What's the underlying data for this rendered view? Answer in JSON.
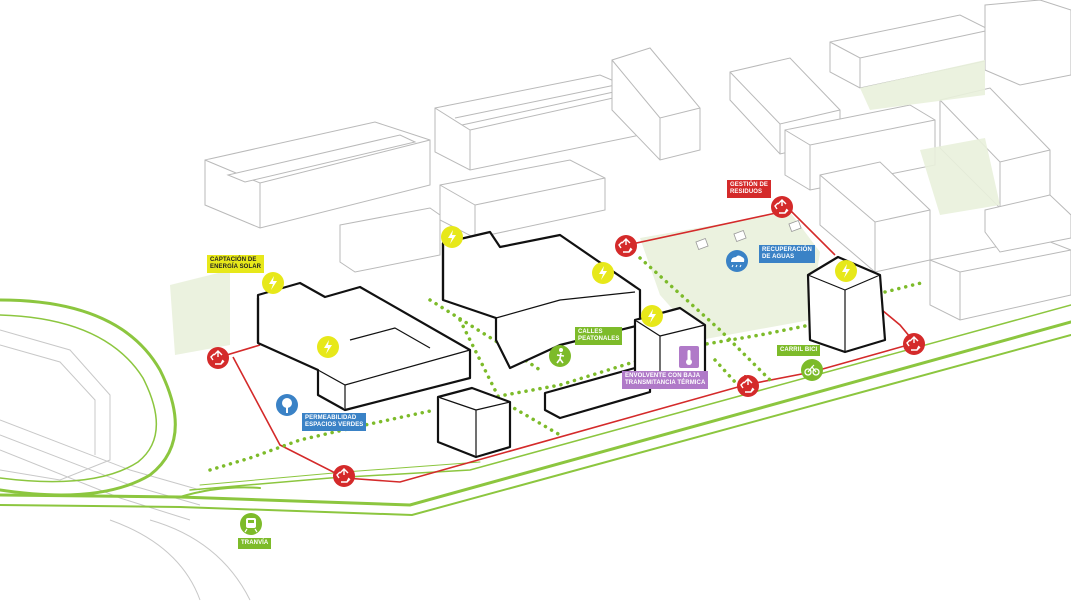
{
  "labels": {
    "solar": "CAPTACIÓN DE\nENERGÍA SOLAR",
    "waste": "GESTIÓN DE\nRESIDUOS",
    "water": "RECUPERACIÓN\nDE AGUAS",
    "pedestrian": "CALLES\nPEATONALES",
    "bike": "CARRIL BICI",
    "envelope": "ENVOLVENTE CON BAJA\nTRANSMITANCIA TÉRMICA",
    "permeability": "PERMEABILIDAD\nESPACIOS VERDES",
    "tram": "TRANVÍA"
  },
  "colors": {
    "solar": "#e7e81a",
    "waste": "#d42a2a",
    "water": "#3a82c6",
    "green": "#7dbb2a",
    "envelope": "#b07ac8",
    "context": "#b5b5b5",
    "building": "#111111"
  },
  "icons": {
    "solar": "lightning-icon",
    "waste": "recycle-icon",
    "water": "rain-cloud-icon",
    "pedestrian": "walking-person-icon",
    "bike": "bicycle-icon",
    "envelope": "thermometer-icon",
    "permeability": "tree-icon",
    "tram": "tram-icon"
  }
}
